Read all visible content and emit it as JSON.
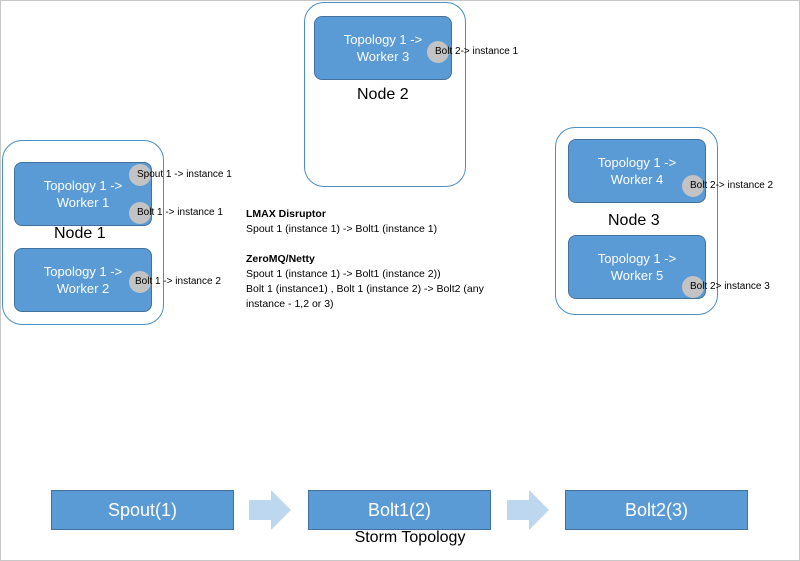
{
  "nodes": {
    "node1": {
      "label": "Node 1"
    },
    "node2": {
      "label": "Node 2"
    },
    "node3": {
      "label": "Node 3"
    }
  },
  "workers": {
    "w1": {
      "line1": "Topology 1 ->",
      "line2": "Worker 1"
    },
    "w2": {
      "line1": "Topology 1 ->",
      "line2": "Worker 2"
    },
    "w3": {
      "line1": "Topology 1 ->",
      "line2": "Worker 3"
    },
    "w4": {
      "line1": "Topology 1 ->",
      "line2": "Worker 4"
    },
    "w5": {
      "line1": "Topology 1 ->",
      "line2": "Worker 5"
    }
  },
  "instances": {
    "spout1_i1": "Spout 1 -> instance 1",
    "bolt1_i1": "Bolt 1 -> instance 1",
    "bolt1_i2": "Bolt 1 -> instance 2",
    "bolt2_i1": "Bolt 2-> instance 1",
    "bolt2_i2": "Bolt 2-> instance 2",
    "bolt2_i3": "Bolt 2> instance 3"
  },
  "annotations": {
    "lmax_title": "LMAX Disruptor",
    "lmax_line1": "Spout 1 (instance 1) -> Bolt1 (instance 1)",
    "zmq_title": "ZeroMQ/Netty",
    "zmq_line1": "Spout 1 (instance 1) -> Bolt1 (instance 2))",
    "zmq_line2": "Bolt 1 (instance1) , Bolt 1 (instance 2) -> Bolt2 (any",
    "zmq_line3": "instance - 1,2 or 3)"
  },
  "topology": {
    "spout": "Spout(1)",
    "bolt1": "Bolt1(2)",
    "bolt2": "Bolt2(3)",
    "caption": "Storm Topology"
  },
  "colors": {
    "box_fill": "#5b9bd5",
    "box_border": "#41719c",
    "node_border": "#4a8ec4",
    "instance_dot": "#c3c3c3",
    "arrow_fill": "#bdd7ee"
  }
}
